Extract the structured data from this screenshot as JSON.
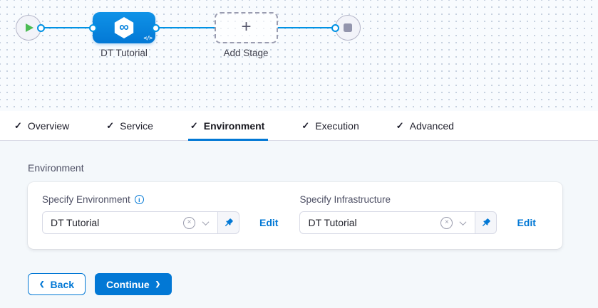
{
  "icons": {
    "check": "✓",
    "plus": "+",
    "infinity": "∞",
    "code": "</>",
    "chevron_left": "❮",
    "chevron_right": "❯",
    "info": "i",
    "clear": "×"
  },
  "colors": {
    "primary_blue": "#0278d5",
    "connector_line_blue": "#0092e4",
    "play_green": "#4cbb54",
    "stop_gray": "#9395ad",
    "content_background": "#f4f8fb"
  },
  "pipeline": {
    "stage_label": "DT Tutorial",
    "add_stage_label": "Add Stage"
  },
  "tabs": [
    {
      "label": "Overview"
    },
    {
      "label": "Service"
    },
    {
      "label": "Environment"
    },
    {
      "label": "Execution"
    },
    {
      "label": "Advanced"
    }
  ],
  "environment": {
    "section_title": "Environment",
    "fields": [
      {
        "label": "Specify Environment",
        "value": "DT Tutorial",
        "edit_label": "Edit"
      },
      {
        "label": "Specify Infrastructure",
        "value": "DT Tutorial",
        "edit_label": "Edit"
      }
    ]
  },
  "footer": {
    "back_label": "Back",
    "continue_label": "Continue"
  }
}
